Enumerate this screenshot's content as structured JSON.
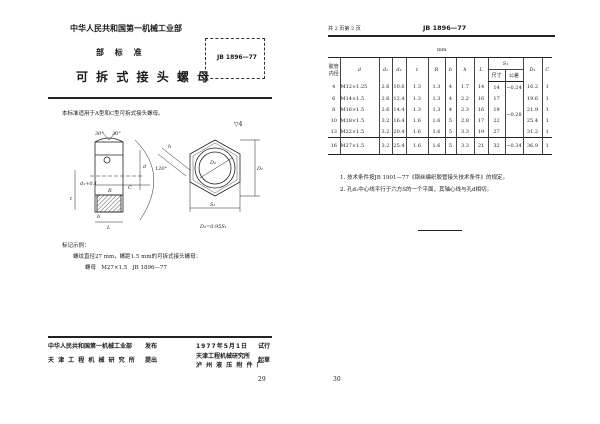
{
  "left_page": {
    "ministry": "中华人民共和国第一机械工业部",
    "standard_level": "部 标 准",
    "title": "可 拆 式 接 头 螺 母",
    "standard_code": "JB 1896—77",
    "scope": "本标准适用于A型和C型可拆式接头螺母。",
    "roughness": "▽4",
    "drawing": {
      "angle_a": "30°",
      "angle_b": "30°",
      "angle_c": "120°",
      "label_d1": "d₁+0.1",
      "label_t": "t",
      "label_R": "R",
      "label_C": "C",
      "label_d": "d",
      "label_b": "b",
      "label_L": "L",
      "label_D2": "D₂",
      "label_D1": "D₁",
      "label_S1": "S₁",
      "label_h": "h",
      "formula": "D₂=0.95S₁"
    },
    "marking_title": "标记示例：",
    "marking_desc": "螺纹直径27 mm，螺距1.5 mm的可拆式接头螺母：",
    "marking_example": "螺母   M27×1.5   JB 1896—77",
    "footer": {
      "issued_by": "中华人民共和国第一机械工业部",
      "issued_label": "发布",
      "proposed_by": "天 津 工 程 机 械 研 究 所",
      "proposed_label": "提出",
      "date": "1977年5月1日",
      "date_label": "试行",
      "drafter_1": "天津工程机械研究所",
      "drafter_2": "泸 州 液 压 附 件 厂",
      "drafted_label": "起草"
    },
    "page_number": "29"
  },
  "right_page": {
    "page_info": "共 2 页第 2 页",
    "standard_code": "JB 1896—77",
    "unit": "mm",
    "table": {
      "headers": [
        "胶管内径",
        "d",
        "d₁",
        "d₂",
        "t",
        "R",
        "b",
        "h",
        "L",
        "S₁",
        "D₁",
        "C"
      ],
      "subheaders": [
        "尺寸",
        "公差"
      ],
      "rows": [
        [
          "4",
          "M12×1.25",
          "2.6",
          "10.6",
          "1.3",
          "1.3",
          "4",
          "1.7",
          "14",
          "14",
          "−0.24",
          "16.2",
          "1"
        ],
        [
          "6",
          "M14×1.5",
          "2.6",
          "12.4",
          "1.3",
          "1.3",
          "4",
          "2.2",
          "16",
          "17",
          "",
          "19.6",
          "1"
        ],
        [
          "8",
          "M16×1.5",
          "2.6",
          "14.4",
          "1.3",
          "1.3",
          "4",
          "2.3",
          "16",
          "19",
          "−0.28",
          "21.9",
          "1"
        ],
        [
          "10",
          "M18×1.5",
          "3.2",
          "16.4",
          "1.6",
          "1.6",
          "5",
          "2.8",
          "17",
          "22",
          "",
          "25.4",
          "1"
        ],
        [
          "13",
          "M22×1.5",
          "3.2",
          "20.4",
          "1.6",
          "1.6",
          "5",
          "3.3",
          "19",
          "27",
          "",
          "31.2",
          "1"
        ],
        [
          "16",
          "M27×1.5",
          "3.2",
          "25.4",
          "1.6",
          "1.6",
          "5",
          "3.3",
          "21",
          "32",
          "−0.34",
          "36.9",
          "1"
        ]
      ]
    },
    "notes": [
      "1. 技术条件按JB 1901—77《钢丝编织胶管接头技术条件》的规定。",
      "2. 孔d₁中心线平行于六方S的一个平面，其轴心线与孔d相切。"
    ],
    "page_number": "30"
  }
}
